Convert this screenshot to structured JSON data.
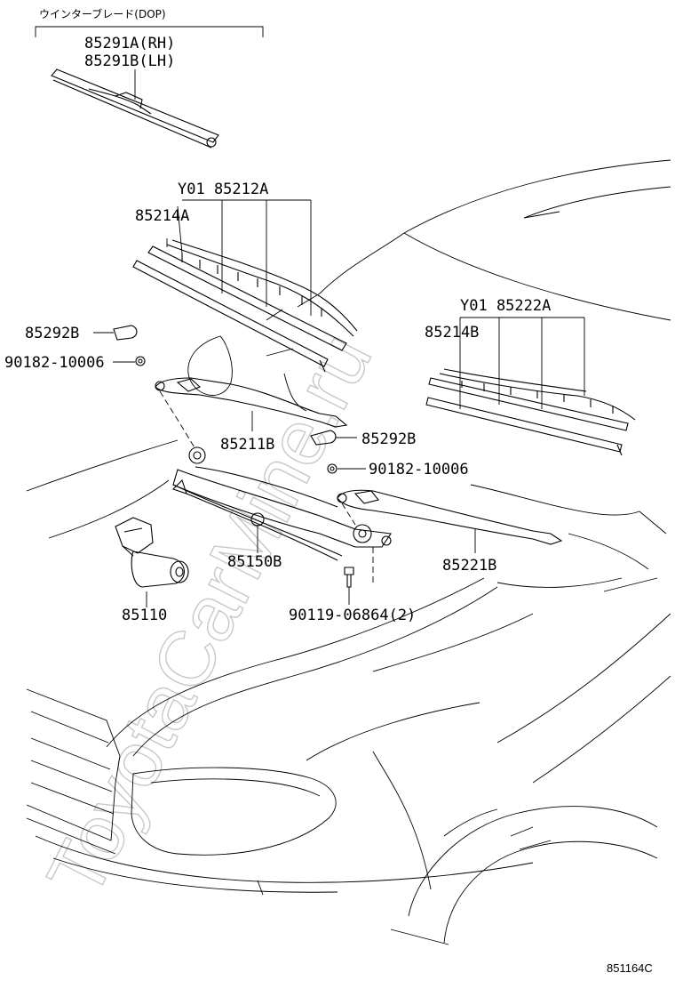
{
  "diagram": {
    "header_group": "ウインターブレード(DOP)",
    "labels": {
      "blade_rh": "85291A(RH)",
      "blade_lh": "85291B(LH)",
      "blade_assy_left": "Y01 85212A",
      "rubber_left": "85214A",
      "blade_assy_right": "Y01 85222A",
      "rubber_right": "85214B",
      "cap_left": "85292B",
      "nut_left": "90182-10006",
      "arm_left": "85211B",
      "cap_right": "85292B",
      "nut_right": "90182-10006",
      "link": "85150B",
      "arm_right": "85221B",
      "motor": "85110",
      "bolt": "90119-06864(2)"
    },
    "watermark": "ToyotaCarMine.ru",
    "figure_ref": "851164C"
  }
}
